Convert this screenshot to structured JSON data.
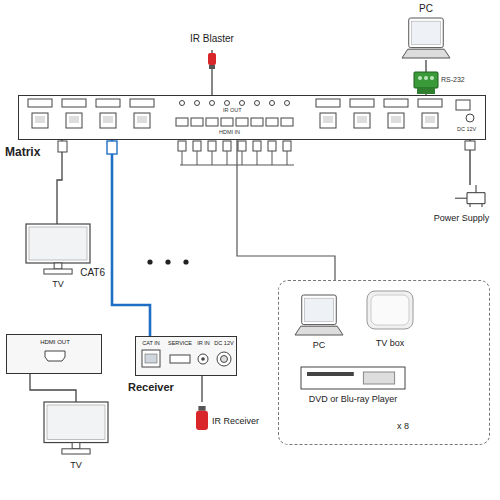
{
  "diagram": {
    "nodes": [
      {
        "text": [
          "Matrix"
        ]
      },
      {
        "text": [
          "IR Blaster"
        ]
      },
      {
        "text": [
          "PC"
        ]
      },
      {
        "text": [
          "Power Supply"
        ]
      },
      {
        "text": [
          "TV"
        ]
      },
      {
        "text": [
          "Receiver",
          "CAT IN",
          "SERVICE",
          "IR IN",
          "DC 12V"
        ]
      },
      {
        "text": [
          "HDMI OUT"
        ]
      },
      {
        "text": [
          "TV"
        ]
      },
      {
        "text": [
          "IR Receiver"
        ]
      },
      {
        "text": [
          "x 8"
        ]
      },
      {
        "text": [
          "PC"
        ],
        "in": 9
      },
      {
        "text": [
          "TV box"
        ],
        "in": 9
      },
      {
        "text": [
          "DVD or Blu-ray Player"
        ],
        "in": 9
      }
    ],
    "edges": [
      {
        "from": 1,
        "to": 0,
        "arrow": "none"
      },
      {
        "from": 2,
        "to": 0,
        "arrow": "none"
      },
      {
        "from": 0,
        "to": 3,
        "arrow": "none"
      },
      {
        "from": 0,
        "to": 4,
        "arrow": "none"
      },
      {
        "from": 0,
        "to": 5,
        "label": "CAT6",
        "arrow": "none"
      },
      {
        "from": 9,
        "to": 0,
        "arrow": "none"
      },
      {
        "from": 6,
        "to": 7,
        "arrow": "none"
      },
      {
        "from": 8,
        "to": 5,
        "arrow": "none"
      }
    ],
    "labels": [
      "HDMI IN",
      "IR OUT",
      "RS-232",
      "DC 12V"
    ]
  }
}
